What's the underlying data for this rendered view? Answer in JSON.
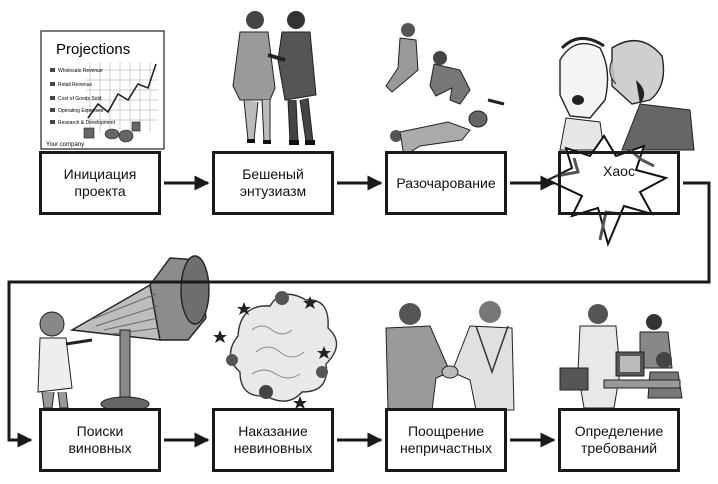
{
  "steps": [
    {
      "label": "Инициация\nпроекта"
    },
    {
      "label": "Бешеный\nэнтузиазм"
    },
    {
      "label": "Разочарование"
    },
    {
      "label": "Хаос"
    },
    {
      "label": "Поиски\nвиновных"
    },
    {
      "label": "Наказание\nневиновных"
    },
    {
      "label": "Поощрение\nнепричастных"
    },
    {
      "label": "Определение\nтребований"
    }
  ],
  "document": {
    "title": "Projections",
    "rows": [
      "Wholesale Revenue",
      "Retail Revenue",
      "Cost of Goods Sold",
      "Operating Expenses",
      "Research & Development"
    ],
    "footer": "Your company"
  },
  "colors": {
    "line": "#1a1a1a",
    "box_fill": "#ffffff",
    "art_gray": "#9a9a9a",
    "art_dark": "#3a3a3a"
  }
}
